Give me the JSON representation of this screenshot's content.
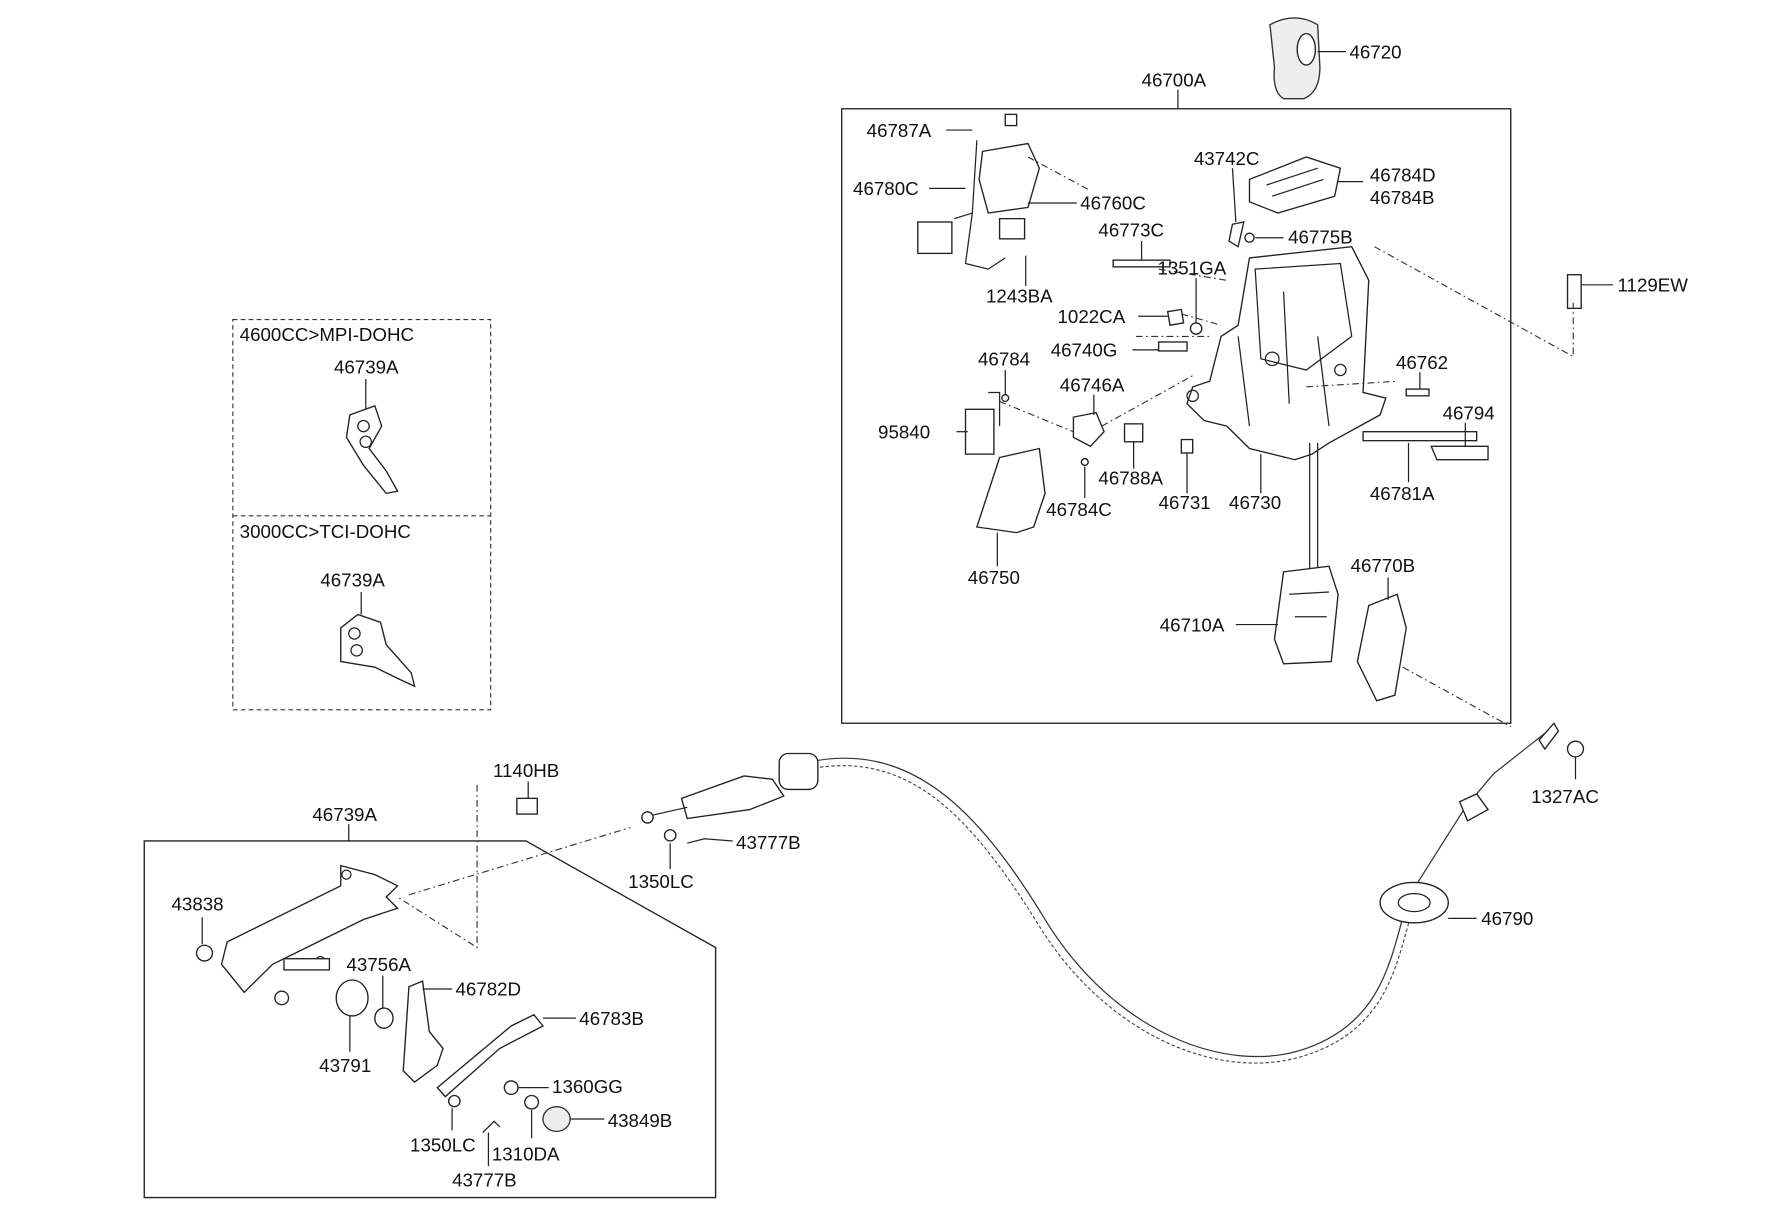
{
  "diagram": {
    "title": "Automatic Transmission Shift Lever & Cable Parts",
    "variants": [
      {
        "condition": "4600CC>MPI-DOHC",
        "part": "46739A"
      },
      {
        "condition": "3000CC>TCI-DOHC",
        "part": "46739A"
      }
    ],
    "labels": {
      "p46720": "46720",
      "p46700A": "46700A",
      "p46787A": "46787A",
      "p46780C": "46780C",
      "p46760C": "46760C",
      "p43742C": "43742C",
      "p46784D": "46784D",
      "p46784B": "46784B",
      "p46773C": "46773C",
      "p46775B": "46775B",
      "p1351GA": "1351GA",
      "p1243BA": "1243BA",
      "p1129EW": "1129EW",
      "p1022CA": "1022CA",
      "p46740G": "46740G",
      "p46784": "46784",
      "p46762": "46762",
      "p46746A": "46746A",
      "p46794": "46794",
      "p95840": "95840",
      "p46788A": "46788A",
      "p46781A": "46781A",
      "p46731": "46731",
      "p46730": "46730",
      "p46784C": "46784C",
      "p46750": "46750",
      "p46770B": "46770B",
      "p46710A": "46710A",
      "p1140HB": "1140HB",
      "p46739A_bracket": "46739A",
      "p43777B_upper": "43777B",
      "p1327AC": "1327AC",
      "p1350LC_upper": "1350LC",
      "p46790": "46790",
      "p43838": "43838",
      "p43756A": "43756A",
      "p46782D": "46782D",
      "p46783B": "46783B",
      "p43791": "43791",
      "p1360GG": "1360GG",
      "p43849B": "43849B",
      "p1350LC_lower": "1350LC",
      "p1310DA": "1310DA",
      "p43777B_lower": "43777B"
    }
  }
}
